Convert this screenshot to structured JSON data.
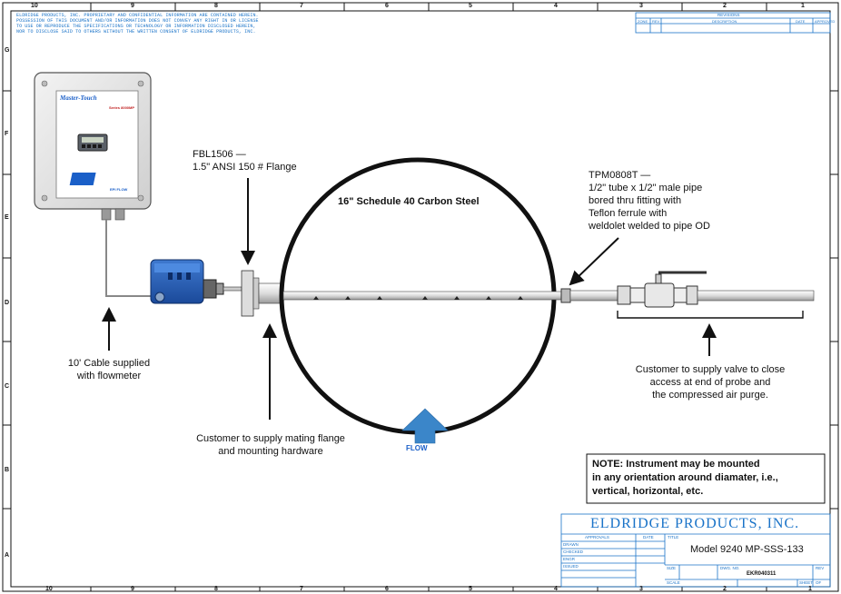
{
  "border": {
    "columns": [
      "10",
      "9",
      "8",
      "7",
      "6",
      "5",
      "4",
      "3",
      "2",
      "1"
    ],
    "rows": [
      "G",
      "F",
      "E",
      "D",
      "C",
      "B",
      "A"
    ]
  },
  "confidential_notice": [
    "ELDRIDGE PRODUCTS, INC. PROPRIETARY AND CONFIDENTIAL INFORMATION ARE CONTAINED HEREIN.",
    "POSSESSION OF THIS DOCUMENT AND/OR INFORMATION DOES NOT CONVEY ANY RIGHT IN OR LICENSE",
    "TO USE OR REPRODUCE THE SPECIFICATIONS OR TECHNOLOGY OR INFORMATION DISCLOSED HEREIN,",
    "NOR TO DISCLOSE SAID TO OTHERS WITHOUT THE WRITTEN CONSENT OF ELDRIDGE PRODUCTS, INC."
  ],
  "revisions": {
    "title": "REVISIONS",
    "zone": "ZONE",
    "rev": "REV",
    "description": "DESCRIPTION",
    "date": "DATE",
    "approved": "APPROVED"
  },
  "transmitter": {
    "brand": "Master-Touch",
    "series": "Series 8000MP",
    "logo": "EPI",
    "sublabel": "EPI FLOW"
  },
  "labels": {
    "pipe": "16\" Schedule 40 Carbon Steel",
    "flange_code": "FBL1506 —",
    "flange_desc": "1.5\" ANSI 150 # Flange",
    "fitting_line1": "TPM0808T —",
    "fitting_line2": "1/2\" tube x 1/2\" male pipe",
    "fitting_line3": "bored thru fitting with",
    "fitting_line4": "Teflon ferrule with",
    "fitting_line5": "weldolet welded to pipe OD",
    "cable_line1": "10' Cable supplied",
    "cable_line2": "with flowmeter",
    "mating_line1": "Customer to supply mating flange",
    "mating_line2": "and mounting hardware",
    "valve_line1": "Customer to supply valve to close",
    "valve_line2": "access at end of probe and",
    "valve_line3": "the compressed air purge.",
    "flow": "FLOW",
    "note_line1": "NOTE: Instrument may be mounted",
    "note_line2": "in any orientation around diamater, i.e.,",
    "note_line3": "vertical, horizontal, etc."
  },
  "title_block": {
    "company": "ELDRIDGE PRODUCTS, INC.",
    "approvals": "APPROVALS",
    "date": "DATE",
    "title_label": "TITLE",
    "title": "Model 9240 MP-SSS-133",
    "drawn": "DRAWN",
    "checked": "CHECKED",
    "engr": "ENGR",
    "issued": "ISSUED",
    "size": "SIZE",
    "dwg_no_label": "DWG. NO.",
    "rev": "REV",
    "dwg_no": "EKR040311",
    "scale": "SCALE",
    "sheet": "SHEET",
    "of": "OF"
  },
  "colors": {
    "accent_blue": "#1a73c8",
    "housing_blue": "#2b62b8",
    "flow_arrow": "#3b86c9"
  }
}
